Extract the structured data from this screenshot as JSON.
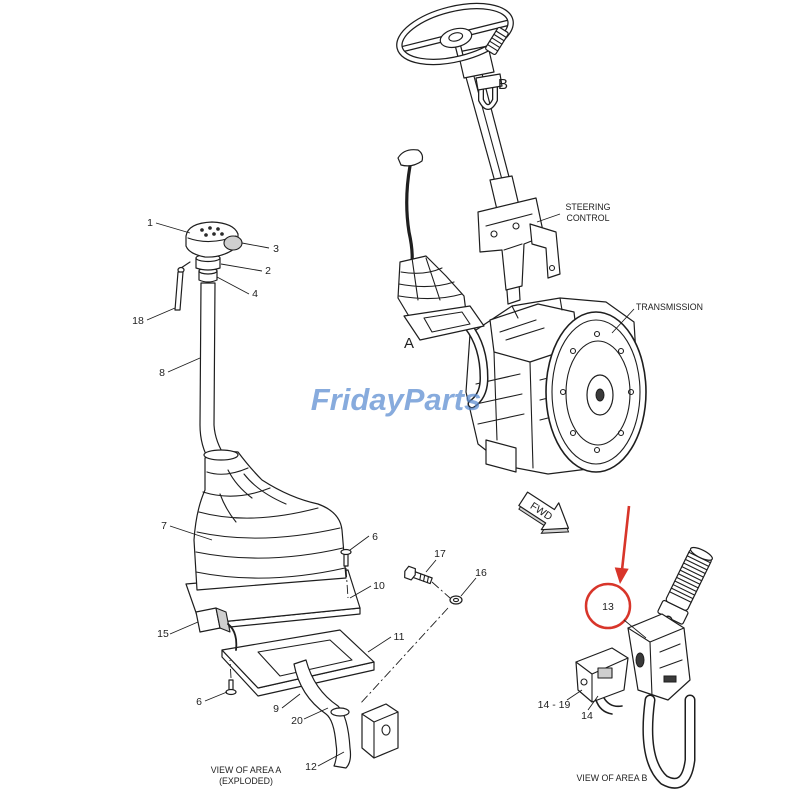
{
  "watermark": {
    "text": "FridayParts",
    "color": "#5a8bd0"
  },
  "highlight": {
    "color": "#d8352a"
  },
  "callouts": {
    "n1": "1",
    "n2": "2",
    "n3": "3",
    "n4": "4",
    "n6_top": "6",
    "n6_bottom": "6",
    "n7": "7",
    "n8": "8",
    "n9": "9",
    "n10": "10",
    "n11": "11",
    "n12": "12",
    "n13": "13",
    "n14": "14",
    "n14_19": "14 - 19",
    "n15": "15",
    "n16": "16",
    "n17": "17",
    "n18": "18",
    "n20": "20"
  },
  "labels": {
    "marker_a": "A",
    "marker_b": "B",
    "steering_control": [
      "STEERING",
      "CONTROL"
    ],
    "transmission": "TRANSMISSION",
    "fwd": "FWD",
    "view_area_a": [
      "VIEW OF AREA A",
      "(EXPLODED)"
    ],
    "view_area_b": "VIEW OF AREA B"
  }
}
